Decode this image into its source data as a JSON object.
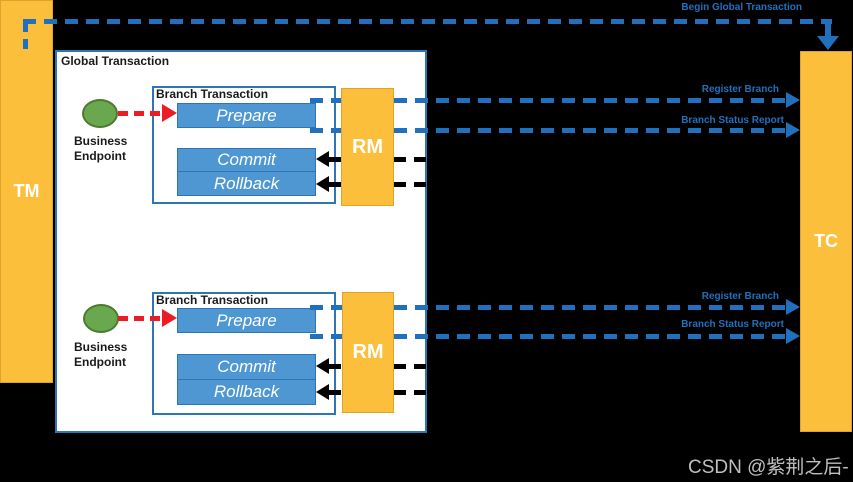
{
  "colors": {
    "background": "#000000",
    "panel": "#FFFFFF",
    "orange": "#FCBF3B",
    "orange_border": "#DFA32B",
    "blue_fill": "#4F97D3",
    "blue_border": "#2E75B6",
    "blue_accent": "#2070BE",
    "green_fill": "#6AA84F",
    "green_border": "#4E7A30",
    "red": "#EC1C24",
    "black": "#000000",
    "watermark_gray": "#BFBFBF"
  },
  "nodes": {
    "tm_label": "TM",
    "tc_label": "TC",
    "global_box_label": "Global Transaction"
  },
  "flows": {
    "begin_label": "Begin Global Transaction"
  },
  "branches": [
    {
      "box_label": "Branch Transaction",
      "endpoint_line1": "Business",
      "endpoint_line2": "Endpoint",
      "prepare_label": "Prepare",
      "commit_label": "Commit",
      "rollback_label": "Rollback",
      "rm_label": "RM",
      "register_label": "Register Branch",
      "status_label": "Branch Status Report"
    },
    {
      "box_label": "Branch Transaction",
      "endpoint_line1": "Business",
      "endpoint_line2": "Endpoint",
      "prepare_label": "Prepare",
      "commit_label": "Commit",
      "rollback_label": "Rollback",
      "rm_label": "RM",
      "register_label": "Register Branch",
      "status_label": "Branch Status Report"
    }
  ],
  "watermark": "CSDN @紫荆之后-"
}
